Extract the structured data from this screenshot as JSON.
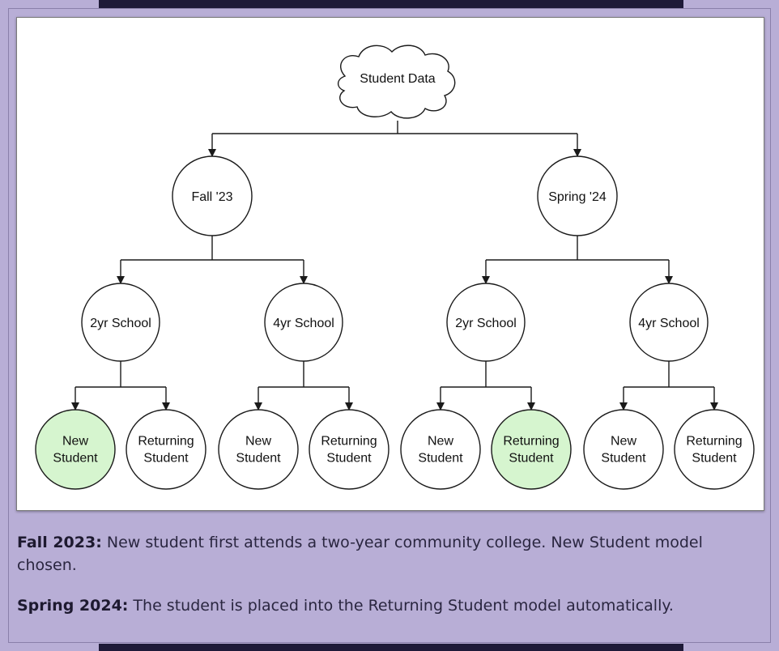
{
  "diagram": {
    "root": "Student Data",
    "terms": [
      {
        "label": "Fall '23",
        "schools": [
          {
            "label": "2yr School",
            "leaves": [
              {
                "lines": [
                  "New",
                  "Student"
                ],
                "highlighted": true
              },
              {
                "lines": [
                  "Returning",
                  "Student"
                ],
                "highlighted": false
              }
            ]
          },
          {
            "label": "4yr School",
            "leaves": [
              {
                "lines": [
                  "New",
                  "Student"
                ],
                "highlighted": false
              },
              {
                "lines": [
                  "Returning",
                  "Student"
                ],
                "highlighted": false
              }
            ]
          }
        ]
      },
      {
        "label": "Spring '24",
        "schools": [
          {
            "label": "2yr School",
            "leaves": [
              {
                "lines": [
                  "New",
                  "Student"
                ],
                "highlighted": false
              },
              {
                "lines": [
                  "Returning",
                  "Student"
                ],
                "highlighted": true
              }
            ]
          },
          {
            "label": "4yr School",
            "leaves": [
              {
                "lines": [
                  "New",
                  "Student"
                ],
                "highlighted": false
              },
              {
                "lines": [
                  "Returning",
                  "Student"
                ],
                "highlighted": false
              }
            ]
          }
        ]
      }
    ],
    "colors": {
      "highlight": "#d6f5cf",
      "stroke": "#1a1a1a",
      "fill": "#ffffff"
    }
  },
  "captions": [
    {
      "bold": "Fall 2023:",
      "text": " New student first attends  a two-year community college. New Student model chosen."
    },
    {
      "bold": "Spring 2024:",
      "text": " The student is placed into the Returning Student model automatically."
    }
  ]
}
